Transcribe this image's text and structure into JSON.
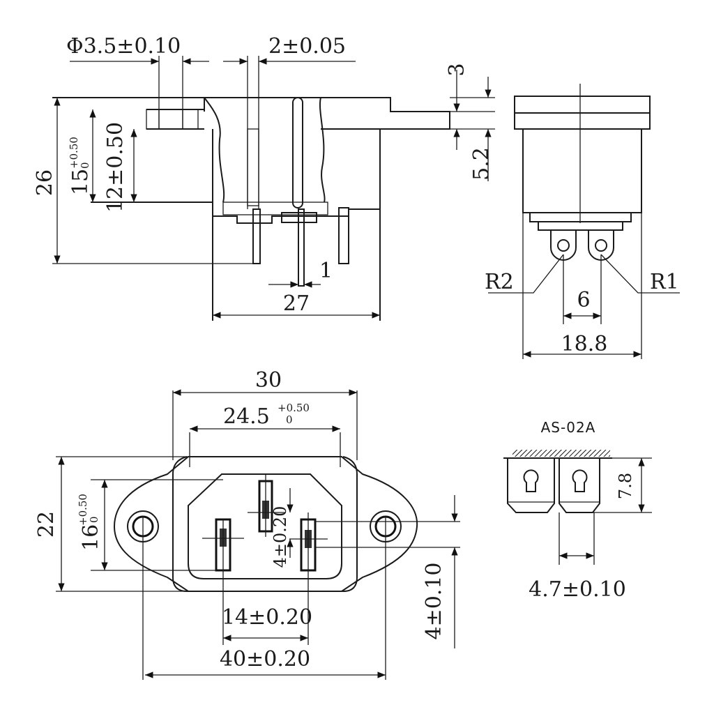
{
  "title": "AS-02A",
  "colors": {
    "line": "#1a1a1a",
    "background": "#ffffff"
  },
  "side_view": {
    "hole_dia": "Φ3.5±0.10",
    "pin_thickness": "2±0.05",
    "total_height": "26",
    "body_depth": "15",
    "body_depth_tol_upper": "+0.50",
    "body_depth_tol_lower": "0",
    "inner_depth": "12±0.50",
    "flange_step": "3",
    "flange_thickness": "5.2",
    "pin_width": "1",
    "body_width": "27"
  },
  "end_view": {
    "radius_left": "R2",
    "radius_right": "R1",
    "lug_spacing": "6",
    "width": "18.8"
  },
  "front_view": {
    "body_width": "30",
    "opening_width": "24.5",
    "opening_tol_upper": "+0.50",
    "opening_tol_lower": "0",
    "flange_height": "22",
    "opening_height": "16",
    "opening_height_tol_upper": "+0.50",
    "opening_height_tol_lower": "0",
    "earth_offset": "4±0.20",
    "pin_spacing": "14±0.20",
    "mount_spacing": "40±0.20",
    "vertical_offset": "4±0.10"
  },
  "terminal_detail": {
    "label": "AS-02A",
    "height": "7.8",
    "pitch": "4.7±0.10"
  }
}
